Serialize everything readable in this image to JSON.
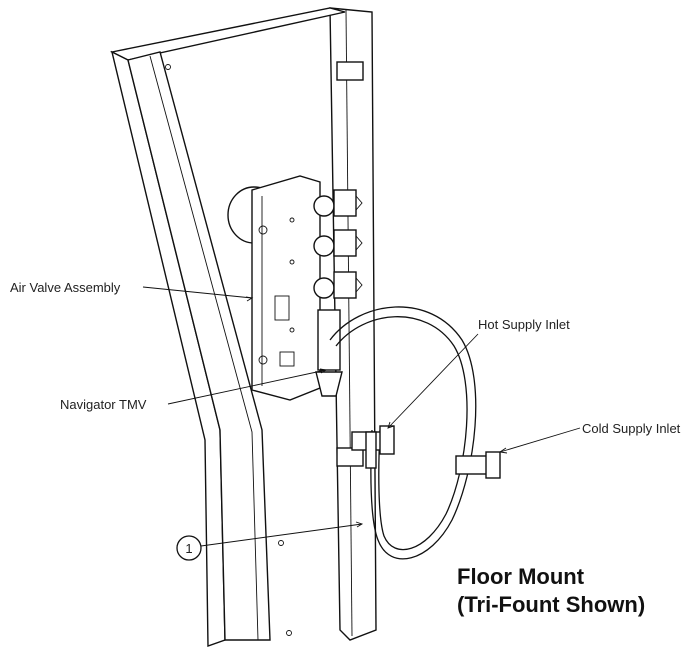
{
  "callouts": {
    "air_valve": "Air Valve Assembly",
    "navigator": "Navigator TMV",
    "hot_inlet": "Hot Supply Inlet",
    "cold_inlet": "Cold Supply Inlet",
    "item_number": "1"
  },
  "caption": {
    "line1": "Floor Mount",
    "line2": "(Tri-Fount Shown)"
  }
}
